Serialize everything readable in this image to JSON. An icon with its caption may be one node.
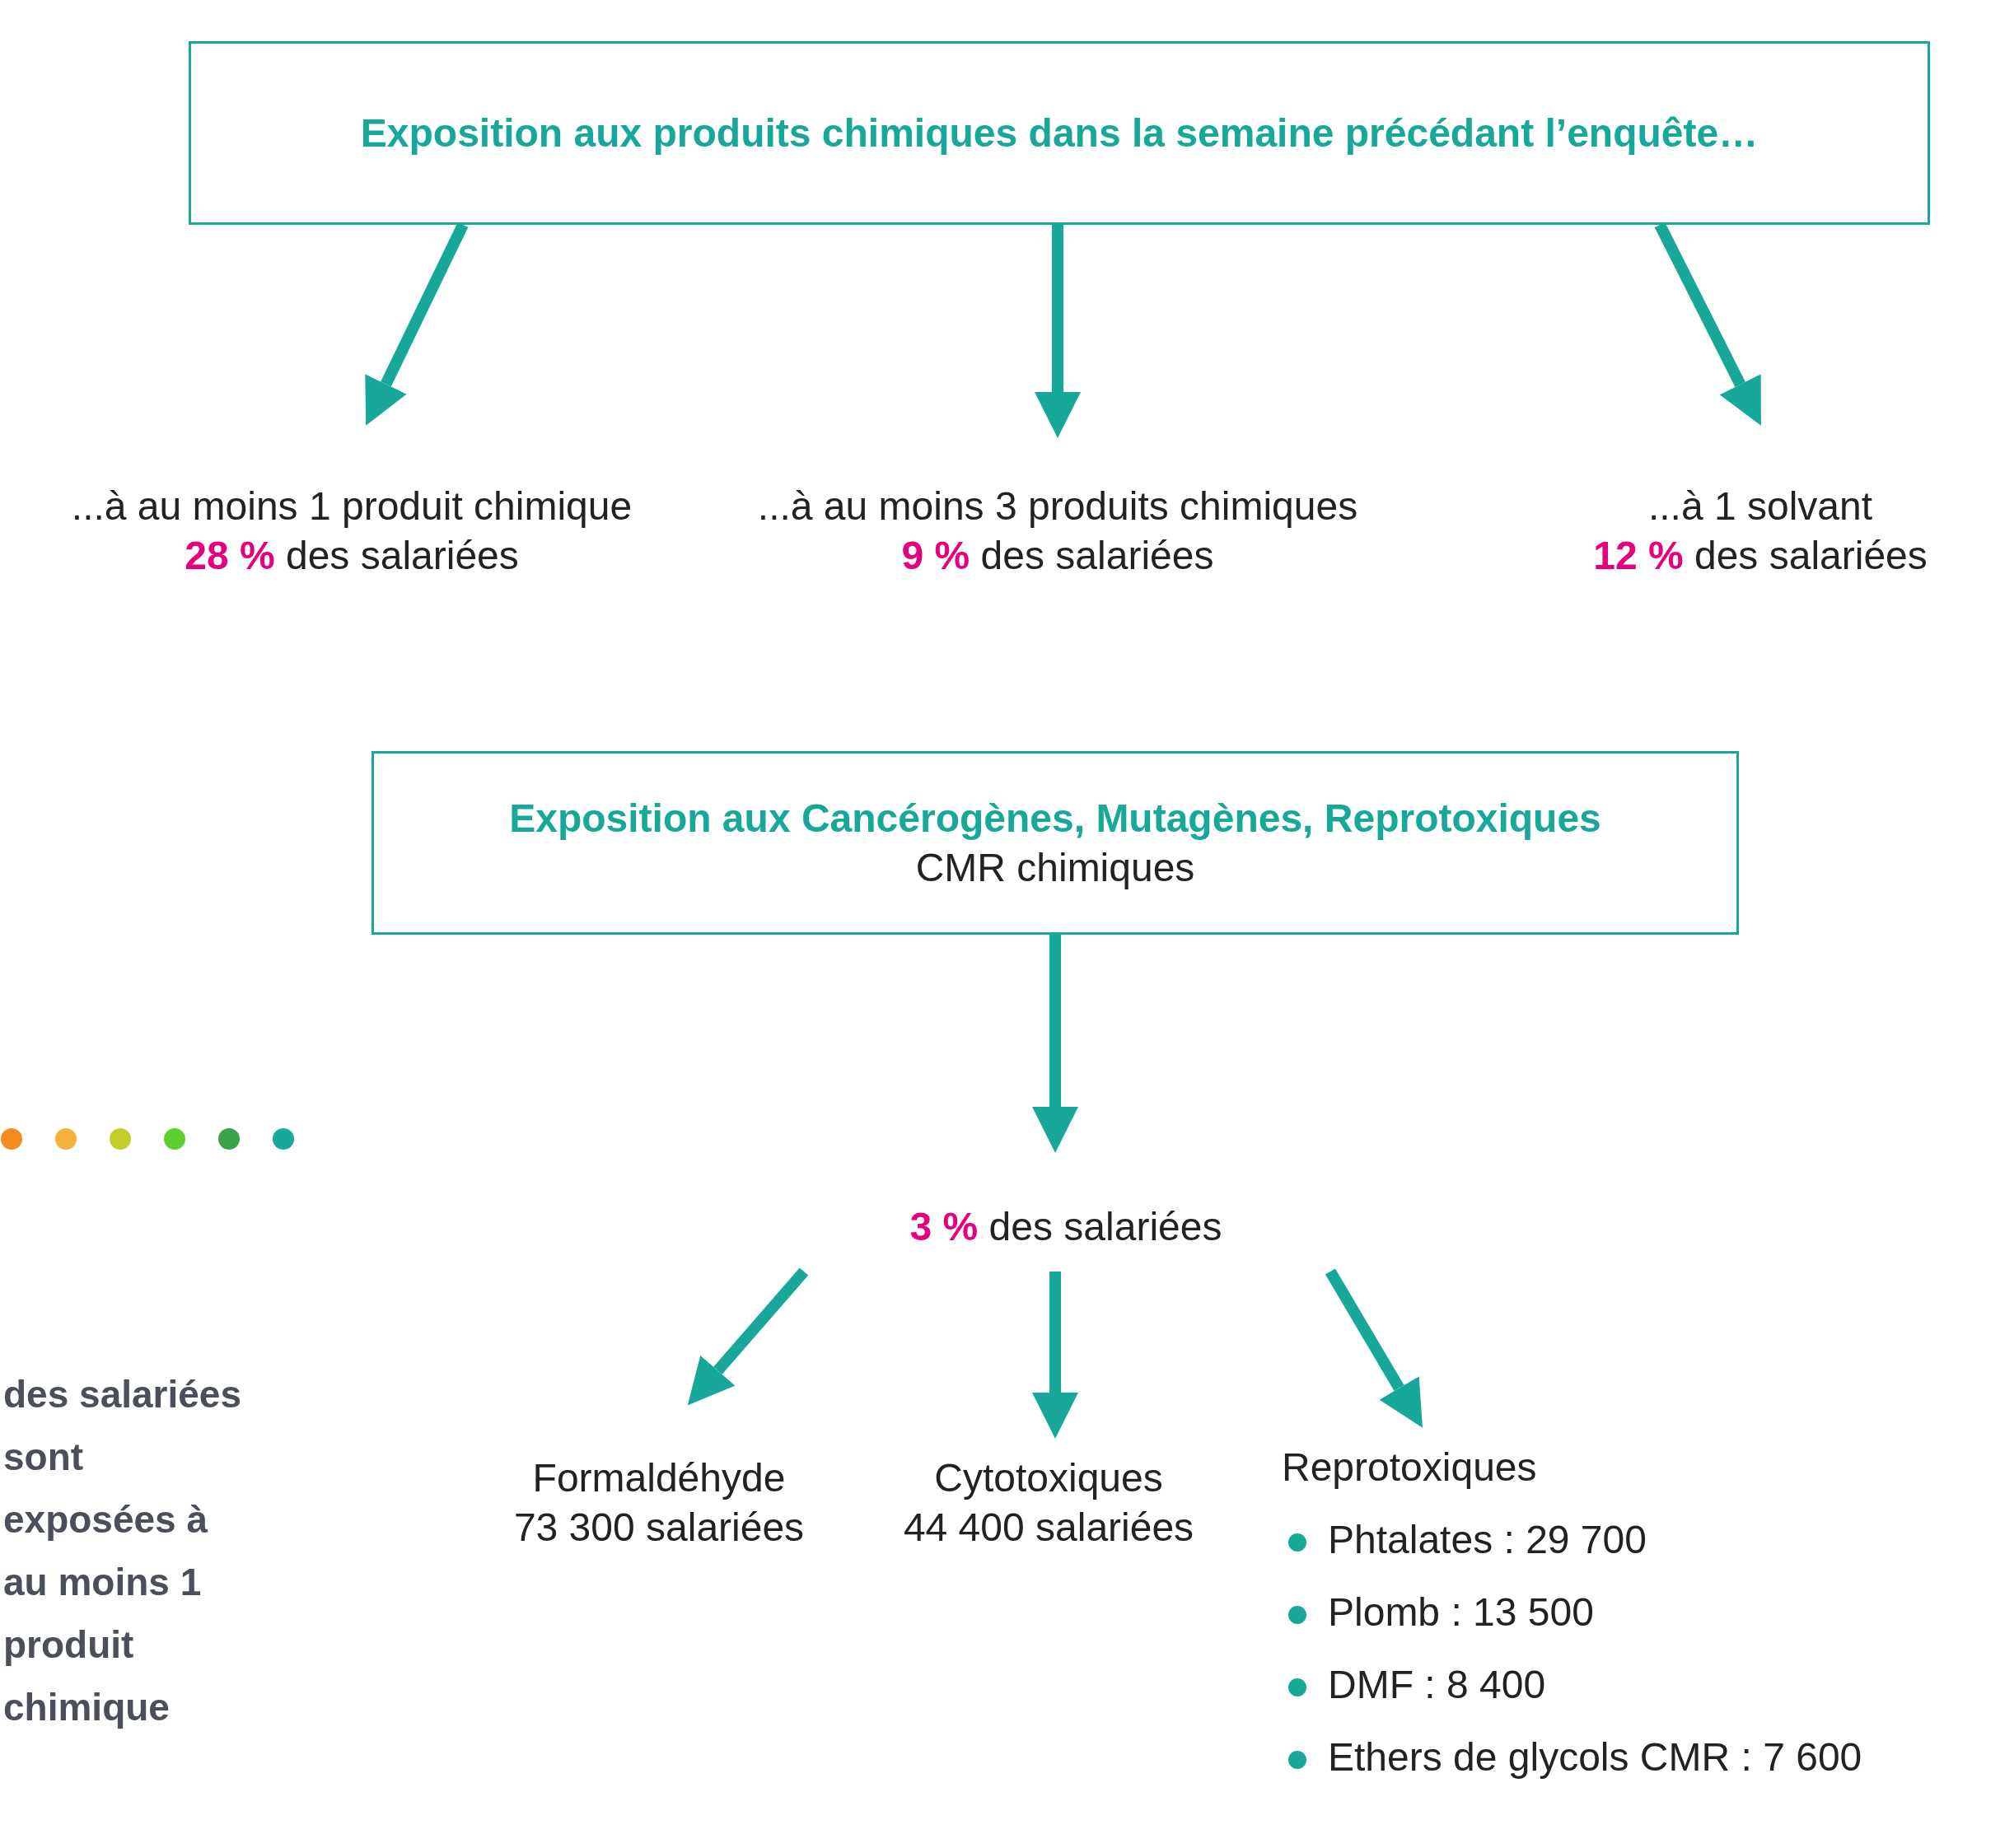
{
  "diagram": {
    "nodes": [
      {
        "text": [
          "Exposition aux produits chimiques dans la semaine précédant l’enquête…"
        ]
      },
      {
        "text": [
          "...à au moins 1 produit chimique",
          "**28 %** des salariées"
        ]
      },
      {
        "text": [
          "...à au moins 3 produits chimiques",
          "**9 %** des salariées"
        ]
      },
      {
        "text": [
          "...à 1 solvant",
          "**12 %** des salariées"
        ]
      },
      {
        "text": [
          "Exposition aux Cancérogènes, Mutagènes, Reprotoxiques",
          "CMR chimiques"
        ]
      },
      {
        "text": [
          "**3 %** des salariées"
        ]
      },
      {
        "text": [
          "Formaldéhyde",
          "73 300 salariées"
        ]
      },
      {
        "text": [
          "Cytotoxiques",
          "44 400 salariées"
        ]
      },
      {
        "text": [
          "Reprotoxiques",
          "Phtalates : 29 700",
          "Plomb : 13 500",
          "DMF : 8 400",
          "Ethers de glycols CMR : 7 600"
        ]
      }
    ],
    "edges": [
      {
        "from": 0,
        "to": 1,
        "arrow": "to"
      },
      {
        "from": 0,
        "to": 2,
        "arrow": "to"
      },
      {
        "from": 0,
        "to": 3,
        "arrow": "to"
      },
      {
        "from": 4,
        "to": 5,
        "arrow": "to"
      },
      {
        "from": 5,
        "to": 6,
        "arrow": "to"
      },
      {
        "from": 5,
        "to": 7,
        "arrow": "to"
      },
      {
        "from": 5,
        "to": 8,
        "arrow": "to"
      }
    ],
    "labels": [
      "des salariées sont exposées à au moins 1 produit chimique"
    ]
  }
}
